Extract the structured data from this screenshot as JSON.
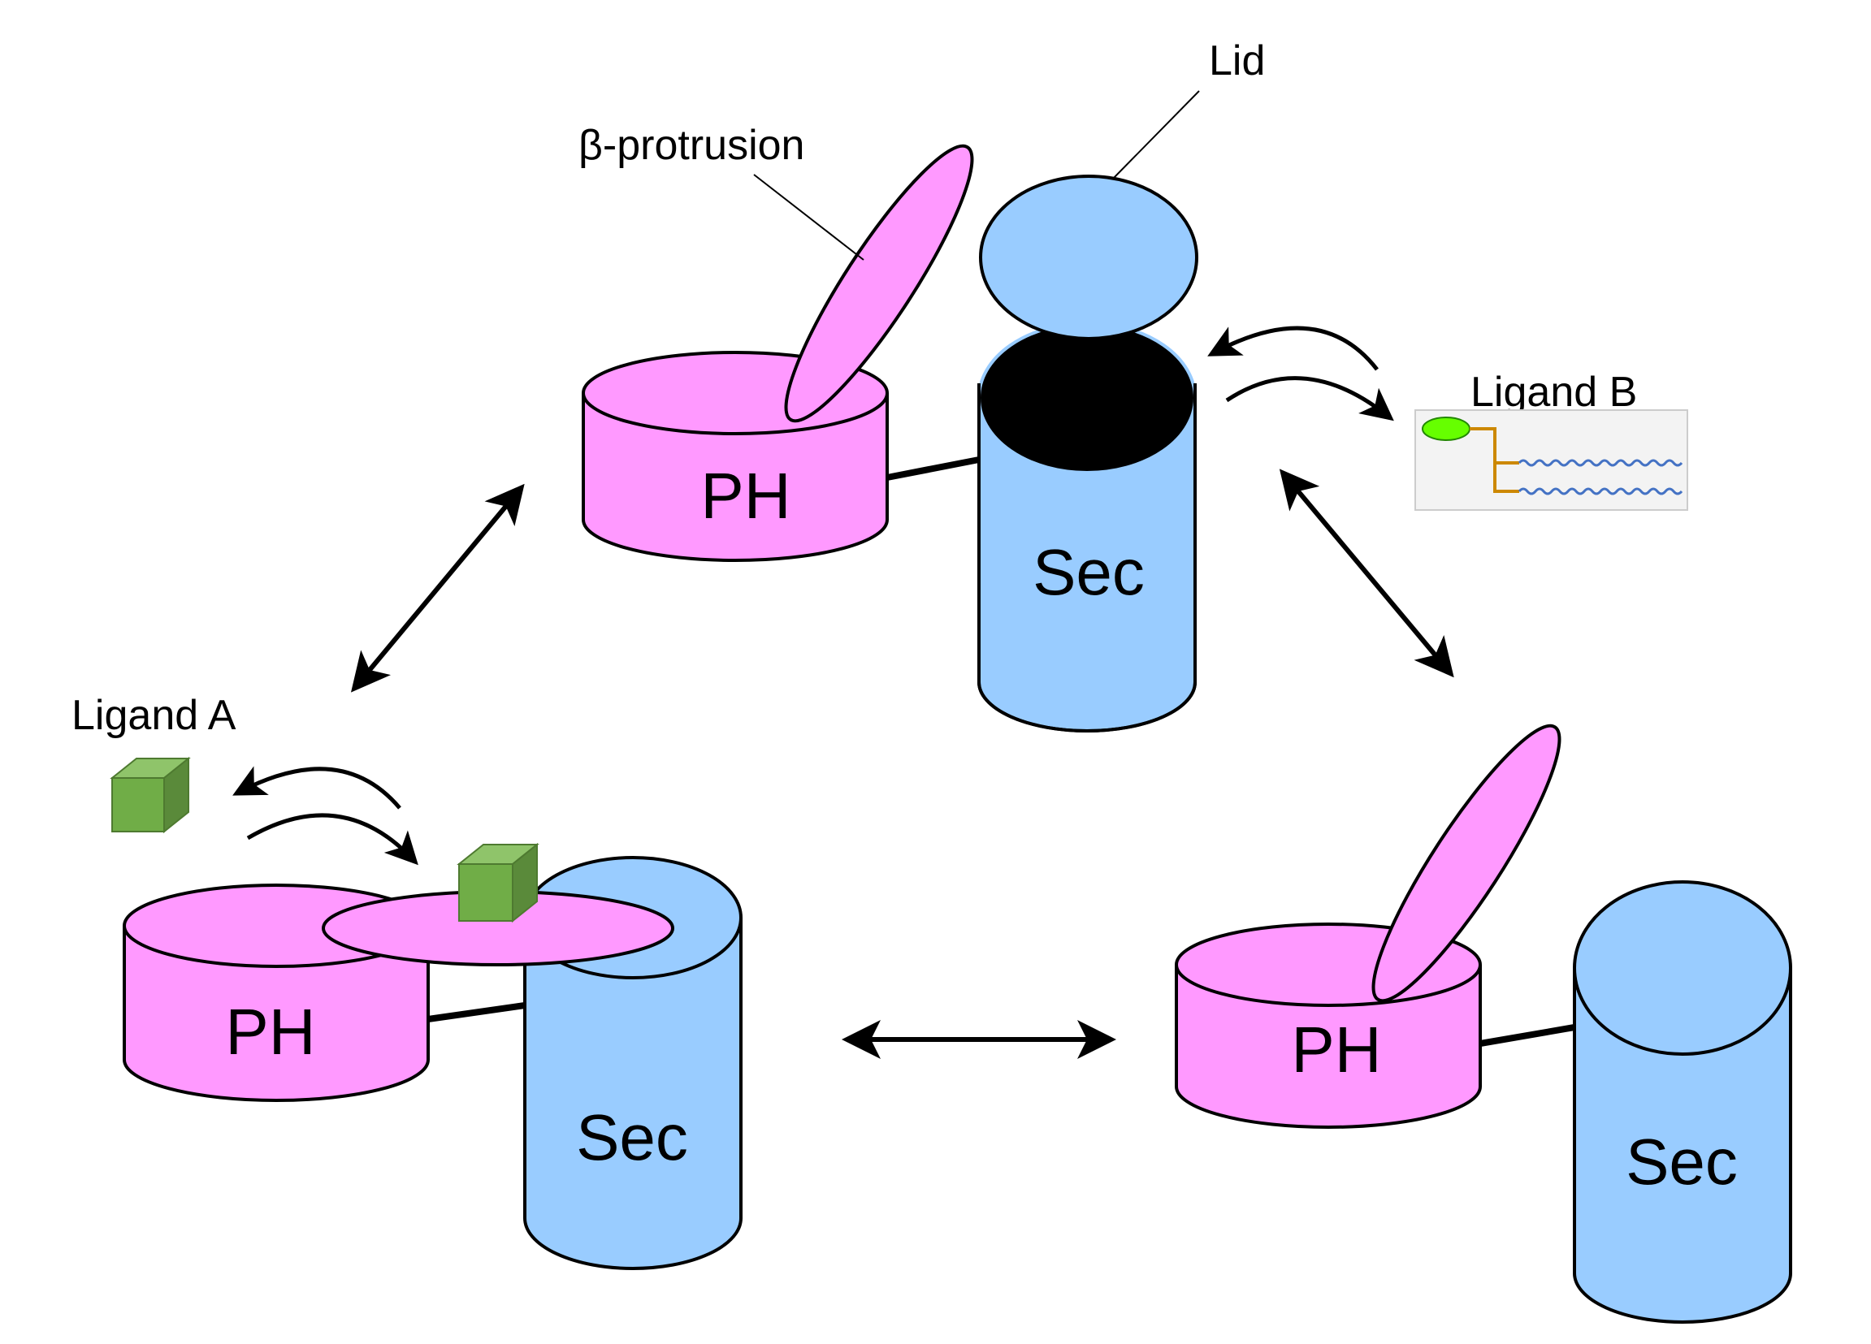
{
  "labels": {
    "lid": "Lid",
    "beta_protrusion": "β-protrusion",
    "ligand_a": "Ligand A",
    "ligand_b": "Ligand B"
  },
  "states": {
    "top": {
      "ph": "PH",
      "sec": "Sec"
    },
    "bottom_left": {
      "ph": "PH",
      "sec": "Sec"
    },
    "bottom_right": {
      "ph": "PH",
      "sec": "Sec"
    }
  },
  "colors": {
    "ph_domain": "#ff99ff",
    "sec_domain": "#99ccff",
    "sec_pocket_open": "#000000",
    "ligand_a_cube": "#70ad47",
    "ligand_b_head": "#66ff00",
    "ligand_b_stalk": "#cc8800",
    "ligand_b_tail": "#4472c4",
    "outline": "#000000"
  }
}
